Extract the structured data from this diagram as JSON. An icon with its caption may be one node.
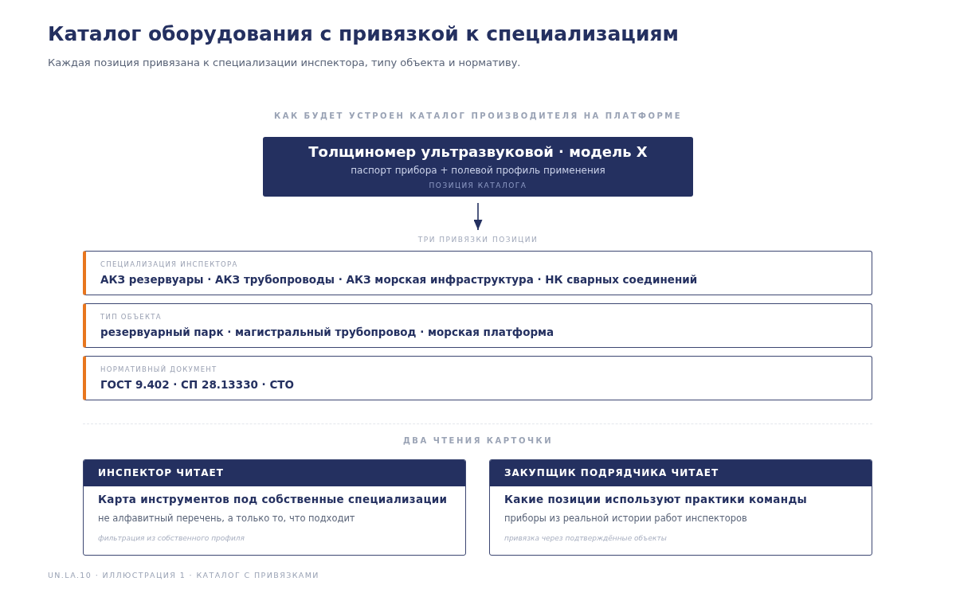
{
  "diagram": {
    "title": "Каталог оборудования с привязкой к специализациям",
    "caption": "UN.LA.10 · ИЛЛЮСТРАЦИЯ 1 · КАТАЛОГ С ПРИВЯЗКАМИ",
    "nodes": [
      {
        "text": [
          "Толщиномер ультразвуковой · модель X",
          "паспорт прибора + полевой профиль применения",
          "ПОЗИЦИЯ КАТАЛОГА"
        ]
      },
      {
        "text": [
          "ТРИ ПРИВЯЗКИ ПОЗИЦИИ"
        ]
      },
      {
        "text": [
          "СПЕЦИАЛИЗАЦИЯ ИНСПЕКТОРА",
          "АКЗ резервуары · АКЗ трубопроводы · АКЗ морская инфраструктура · НК сварных соединений"
        ]
      },
      {
        "text": [
          "ТИП ОБЪЕКТА",
          "резервуарный парк · магистральный трубопровод · морская платформа"
        ]
      },
      {
        "text": [
          "НОРМАТИВНЫЙ ДОКУМЕНТ",
          "ГОСТ 9.402 · СП 28.13330 · СТО"
        ]
      },
      {
        "text": [
          "ИНСПЕКТОР ЧИТАЕТ",
          "Карта инструментов под собственные специализации",
          "не алфавитный перечень, а только то, что подходит",
          "фильтрация из собственного профиля"
        ]
      },
      {
        "text": [
          "ЗАКУПЩИК ПОДРЯДЧИКА ЧИТАЕТ",
          "Какие позиции используют практики команды",
          "приборы из реальной истории работ инспекторов",
          "привязка через подтверждённые объекты"
        ]
      }
    ],
    "edges": [
      {
        "from": 0,
        "to": 1,
        "arrow": "to"
      }
    ],
    "labels": [
      "Каждая позиция привязана к специализации инспектора, типу объекта и нормативу.",
      "КАК БУДЕТ УСТРОЕН КАТАЛОГ ПРОИЗВОДИТЕЛЯ НА ПЛАТФОРМЕ",
      "ДВА ЧТЕНИЯ КАРТОЧКИ"
    ]
  }
}
